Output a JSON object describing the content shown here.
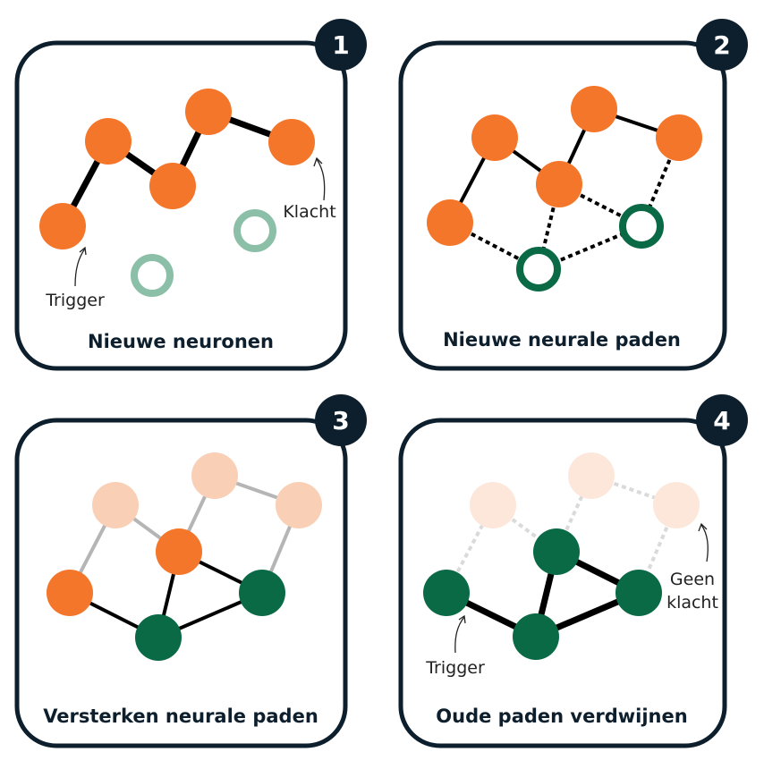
{
  "colors": {
    "frame": "#0d1f2d",
    "orange": "#f4762a",
    "orange_faded": "#f9cfb6",
    "orange_very_faded": "#fde7db",
    "green_dark": "#0b6a46",
    "green_light": "#8bbfa8",
    "link_grey": "#b5b5b5",
    "link_light_grey": "#dadada"
  },
  "panels": [
    {
      "number": "1",
      "title": "Nieuwe neuronen",
      "annotations": {
        "trigger": "Trigger",
        "complaint": "Klacht"
      }
    },
    {
      "number": "2",
      "title": "Nieuwe neurale paden"
    },
    {
      "number": "3",
      "title": "Versterken neurale paden"
    },
    {
      "number": "4",
      "title": "Oude paden verdwijnen",
      "annotations": {
        "trigger": "Trigger",
        "no_complaint_line1": "Geen",
        "no_complaint_line2": "klacht"
      }
    }
  ]
}
